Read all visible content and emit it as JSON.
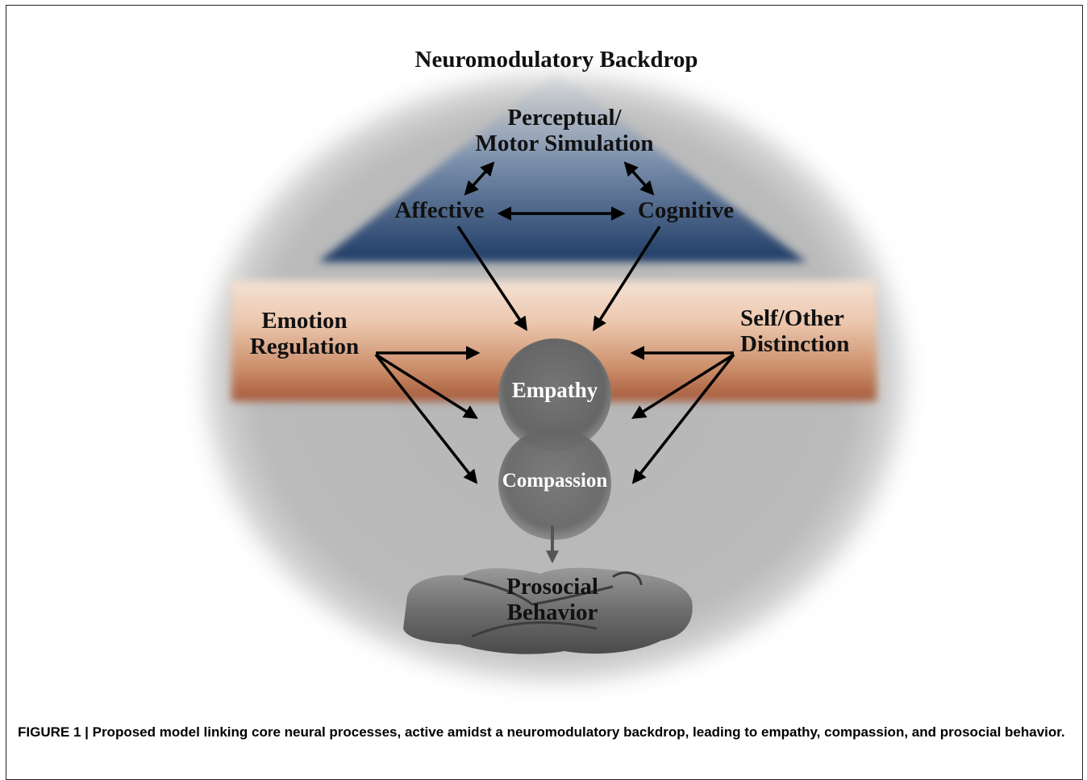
{
  "figure": {
    "backdrop_label": "Neuromodulatory  Backdrop",
    "perceptual_line1": "Perceptual/",
    "perceptual_line2": "Motor Simulation",
    "affective": "Affective",
    "cognitive": "Cognitive",
    "emotion_line1": "Emotion",
    "emotion_line2": "Regulation",
    "self_line1": "Self/Other",
    "self_line2": "Distinction",
    "empathy": "Empathy",
    "compassion": "Compassion",
    "prosocial_line1": "Prosocial",
    "prosocial_line2": "Behavior"
  },
  "caption": "FIGURE 1 | Proposed model linking core neural processes, active amidst a neuromodulatory backdrop, leading to empathy, compassion, and prosocial behavior.",
  "colors": {
    "backdrop": "#b8b8b8",
    "triangle_blue": "#2f4f7a",
    "band_peach": "#f3dccb",
    "band_rust": "#a5593a",
    "circle": "#6e6e6e",
    "arrow": "#000000"
  },
  "icons": [
    "hands-image"
  ]
}
